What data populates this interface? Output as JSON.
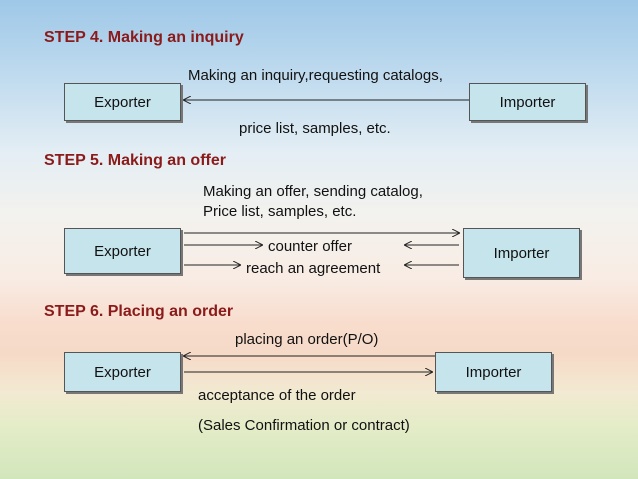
{
  "steps": [
    {
      "title": "STEP 4. Making an inquiry",
      "left_box": "Exporter",
      "right_box": "Importer",
      "label_top": "Making an inquiry,requesting catalogs,",
      "label_bottom": "price list, samples, etc."
    },
    {
      "title": "STEP 5. Making an offer",
      "left_box": "Exporter",
      "right_box": "Importer",
      "label_line1": "Making an offer, sending catalog,",
      "label_line2": "Price list, samples, etc.",
      "label_counter": "counter offer",
      "label_agreement": "reach an agreement"
    },
    {
      "title": "STEP 6. Placing an order",
      "left_box": "Exporter",
      "right_box": "Importer",
      "label_top": "placing an order(P/O)",
      "label_bottom1": "acceptance of the order",
      "label_bottom2": "(Sales Confirmation or contract)"
    }
  ],
  "colors": {
    "step_title": "#8b1a1a",
    "box_fill": "#c6e4ec",
    "arrow": "#222222"
  }
}
